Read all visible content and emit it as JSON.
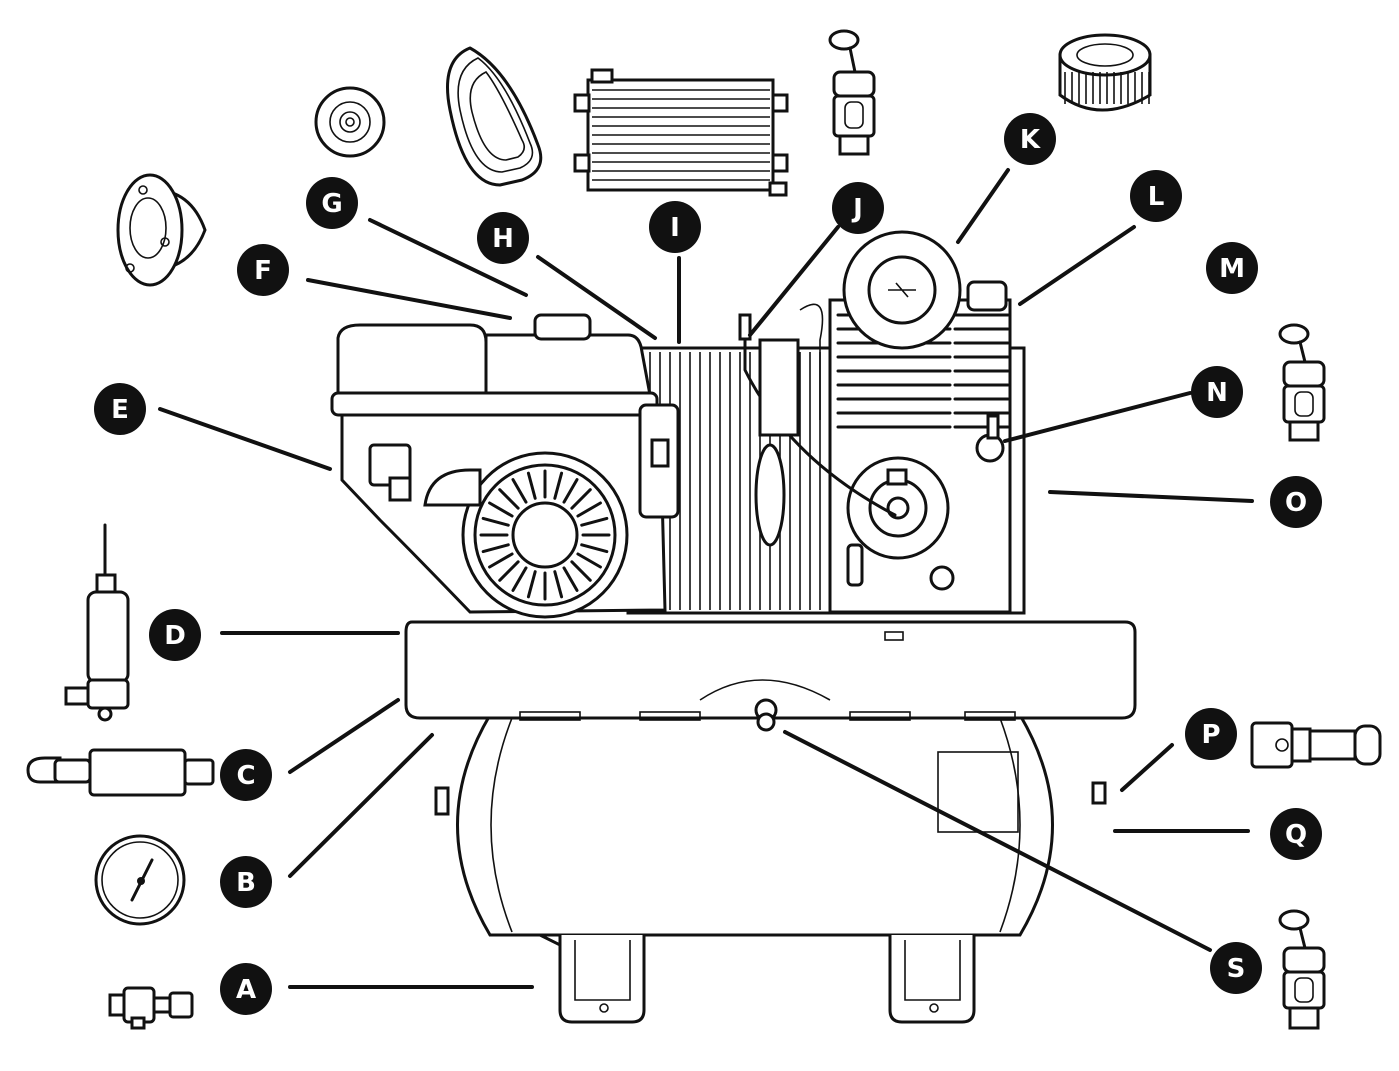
{
  "labels": [
    "A",
    "B",
    "C",
    "D",
    "E",
    "F",
    "G",
    "H",
    "I",
    "J",
    "K",
    "L",
    "M",
    "N",
    "O",
    "P",
    "Q",
    "S"
  ],
  "colors": {
    "ink": "#111111",
    "paper": "#ffffff"
  }
}
